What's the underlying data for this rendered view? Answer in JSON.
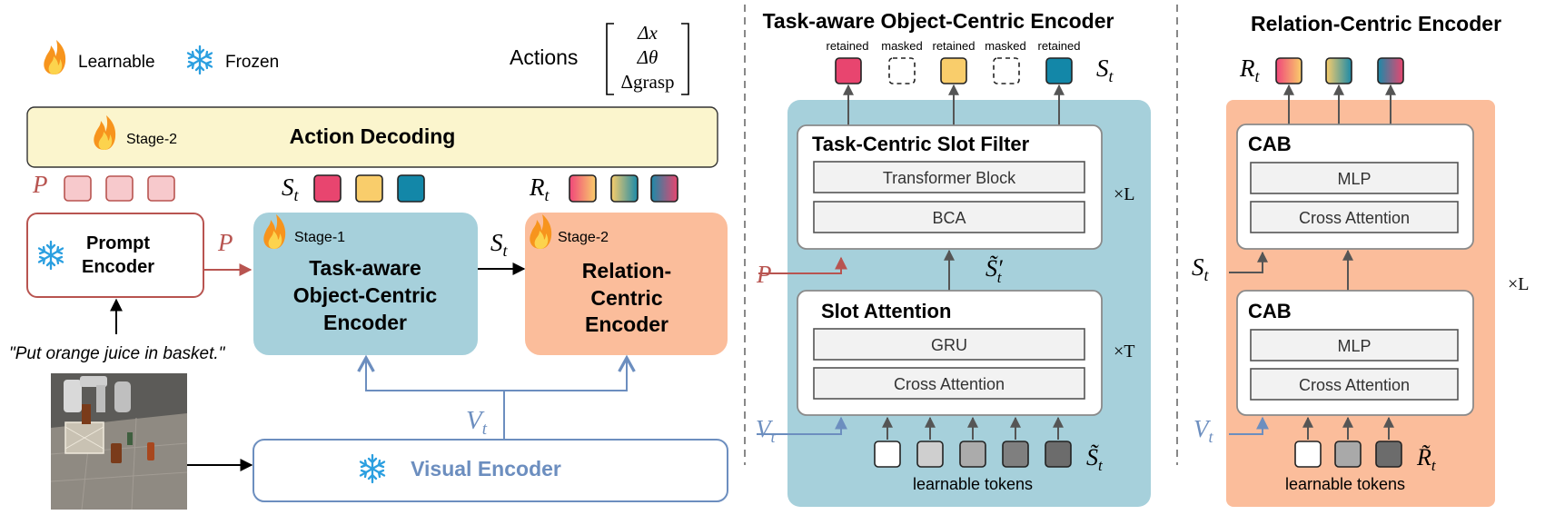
{
  "legend": {
    "learnable": "Learnable",
    "frozen": "Frozen"
  },
  "actions": {
    "label": "Actions",
    "vector": [
      "Δx",
      "Δθ",
      "Δgrasp"
    ]
  },
  "action_decoding": {
    "stage": "Stage-2",
    "title": "Action Decoding"
  },
  "symbols": {
    "P": "P",
    "S_t": "S",
    "R_t": "R",
    "V_t": "V",
    "t": "t",
    "S_tilde_prime": "S̃′",
    "S_tilde": "S̃",
    "R_tilde": "R̃",
    "times_L": "×L",
    "times_T": "×T"
  },
  "prompt_encoder": {
    "line1": "Prompt",
    "line2": "Encoder"
  },
  "instruction": "\"Put orange juice in basket.\"",
  "object_encoder": {
    "stage": "Stage-1",
    "line1": "Task-aware",
    "line2": "Object-Centric",
    "line3": "Encoder"
  },
  "relation_encoder": {
    "stage": "Stage-2",
    "line1": "Relation-",
    "line2": "Centric",
    "line3": "Encoder"
  },
  "visual_encoder": {
    "title": "Visual Encoder"
  },
  "middle_panel": {
    "title": "Task-aware Object-Centric Encoder",
    "slot_labels": [
      "retained",
      "masked",
      "retained",
      "masked",
      "retained"
    ],
    "filter": {
      "title": "Task-Centric Slot Filter",
      "blocks": [
        "Transformer Block",
        "BCA"
      ]
    },
    "slot_attention": {
      "title": "Slot Attention",
      "blocks": [
        "GRU",
        "Cross Attention"
      ]
    },
    "tokens_label": "learnable tokens"
  },
  "right_panel": {
    "title": "Relation-Centric Encoder",
    "cab_top": {
      "title": "CAB",
      "blocks": [
        "MLP",
        "Cross Attention"
      ]
    },
    "cab_bottom": {
      "title": "CAB",
      "blocks": [
        "MLP",
        "Cross Attention"
      ]
    },
    "tokens_label": "learnable tokens"
  },
  "colors": {
    "slot_pink": "#e8456f",
    "slot_yellow": "#f9cd6b",
    "slot_blue": "#1387a8",
    "prompt_red": "#b85450",
    "visual_blue": "#6c8ebf",
    "teal_box": "#a6d0db",
    "salmon_box": "#fbbd9b",
    "decoding_yellow": "#fbf5cd"
  }
}
